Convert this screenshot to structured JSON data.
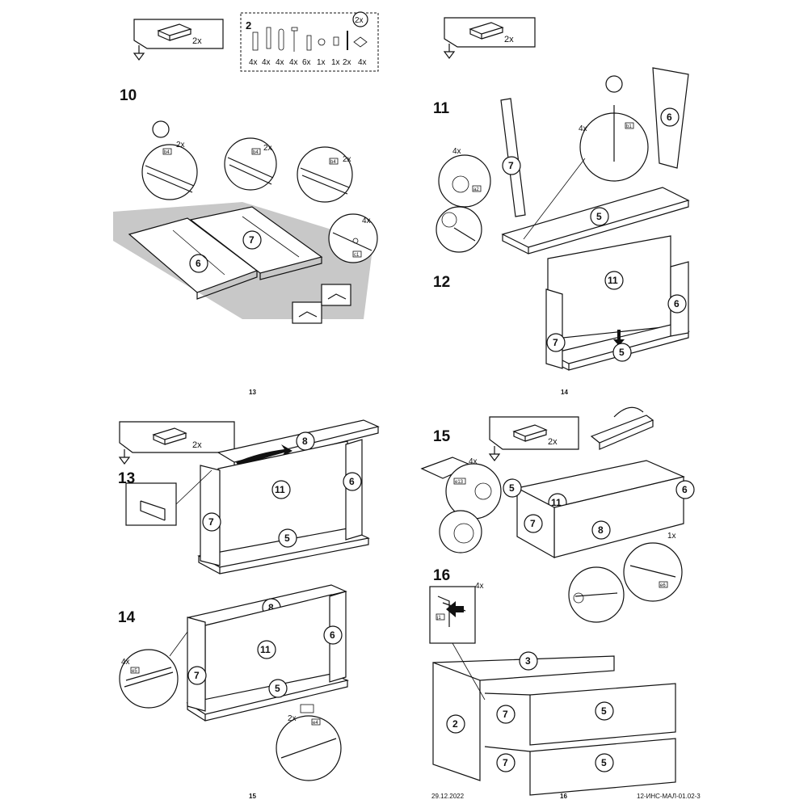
{
  "pages": [
    {
      "number": "13",
      "step_labels": [
        "10"
      ]
    },
    {
      "number": "14",
      "step_labels": [
        "11",
        "12"
      ]
    },
    {
      "number": "15",
      "step_labels": [
        "13",
        "14"
      ]
    },
    {
      "number": "16",
      "step_labels": [
        "15",
        "16"
      ]
    }
  ],
  "footer": {
    "date": "29.12.2022",
    "doc_code": "12-ИНС-МАЛ-01.02-3"
  },
  "drawer_box": {
    "qty": "2x"
  },
  "hardware": {
    "section_number": "2",
    "box_qty": "2x",
    "item_qtys": [
      "4x",
      "4x",
      "4x",
      "4x",
      "6x",
      "1x",
      "1x",
      "2x",
      "4x"
    ]
  },
  "callouts": {
    "step10_qty_a": "2x",
    "step10_qty_b": "2x",
    "step10_qty_c": "2x",
    "step10_qty_d": "4x",
    "step11_qty_a": "4x",
    "step11_qty_b": "4x",
    "step14_qty_a": "4x",
    "step14_qty_b": "2x",
    "step15_qty_a": "4x",
    "step15_qty_b": "1x",
    "step16_qty_a": "4x"
  },
  "part_codes": {
    "b4": "b4",
    "b1": "b1",
    "a2": "a2",
    "c1": "c1",
    "e5": "e5",
    "e4": "e4",
    "e13": "e13",
    "e6": "e6",
    "j1": "j1"
  },
  "parts": {
    "p2": "2",
    "p3": "3",
    "p5": "5",
    "p6": "6",
    "p7": "7",
    "p8": "8",
    "p11": "11"
  }
}
